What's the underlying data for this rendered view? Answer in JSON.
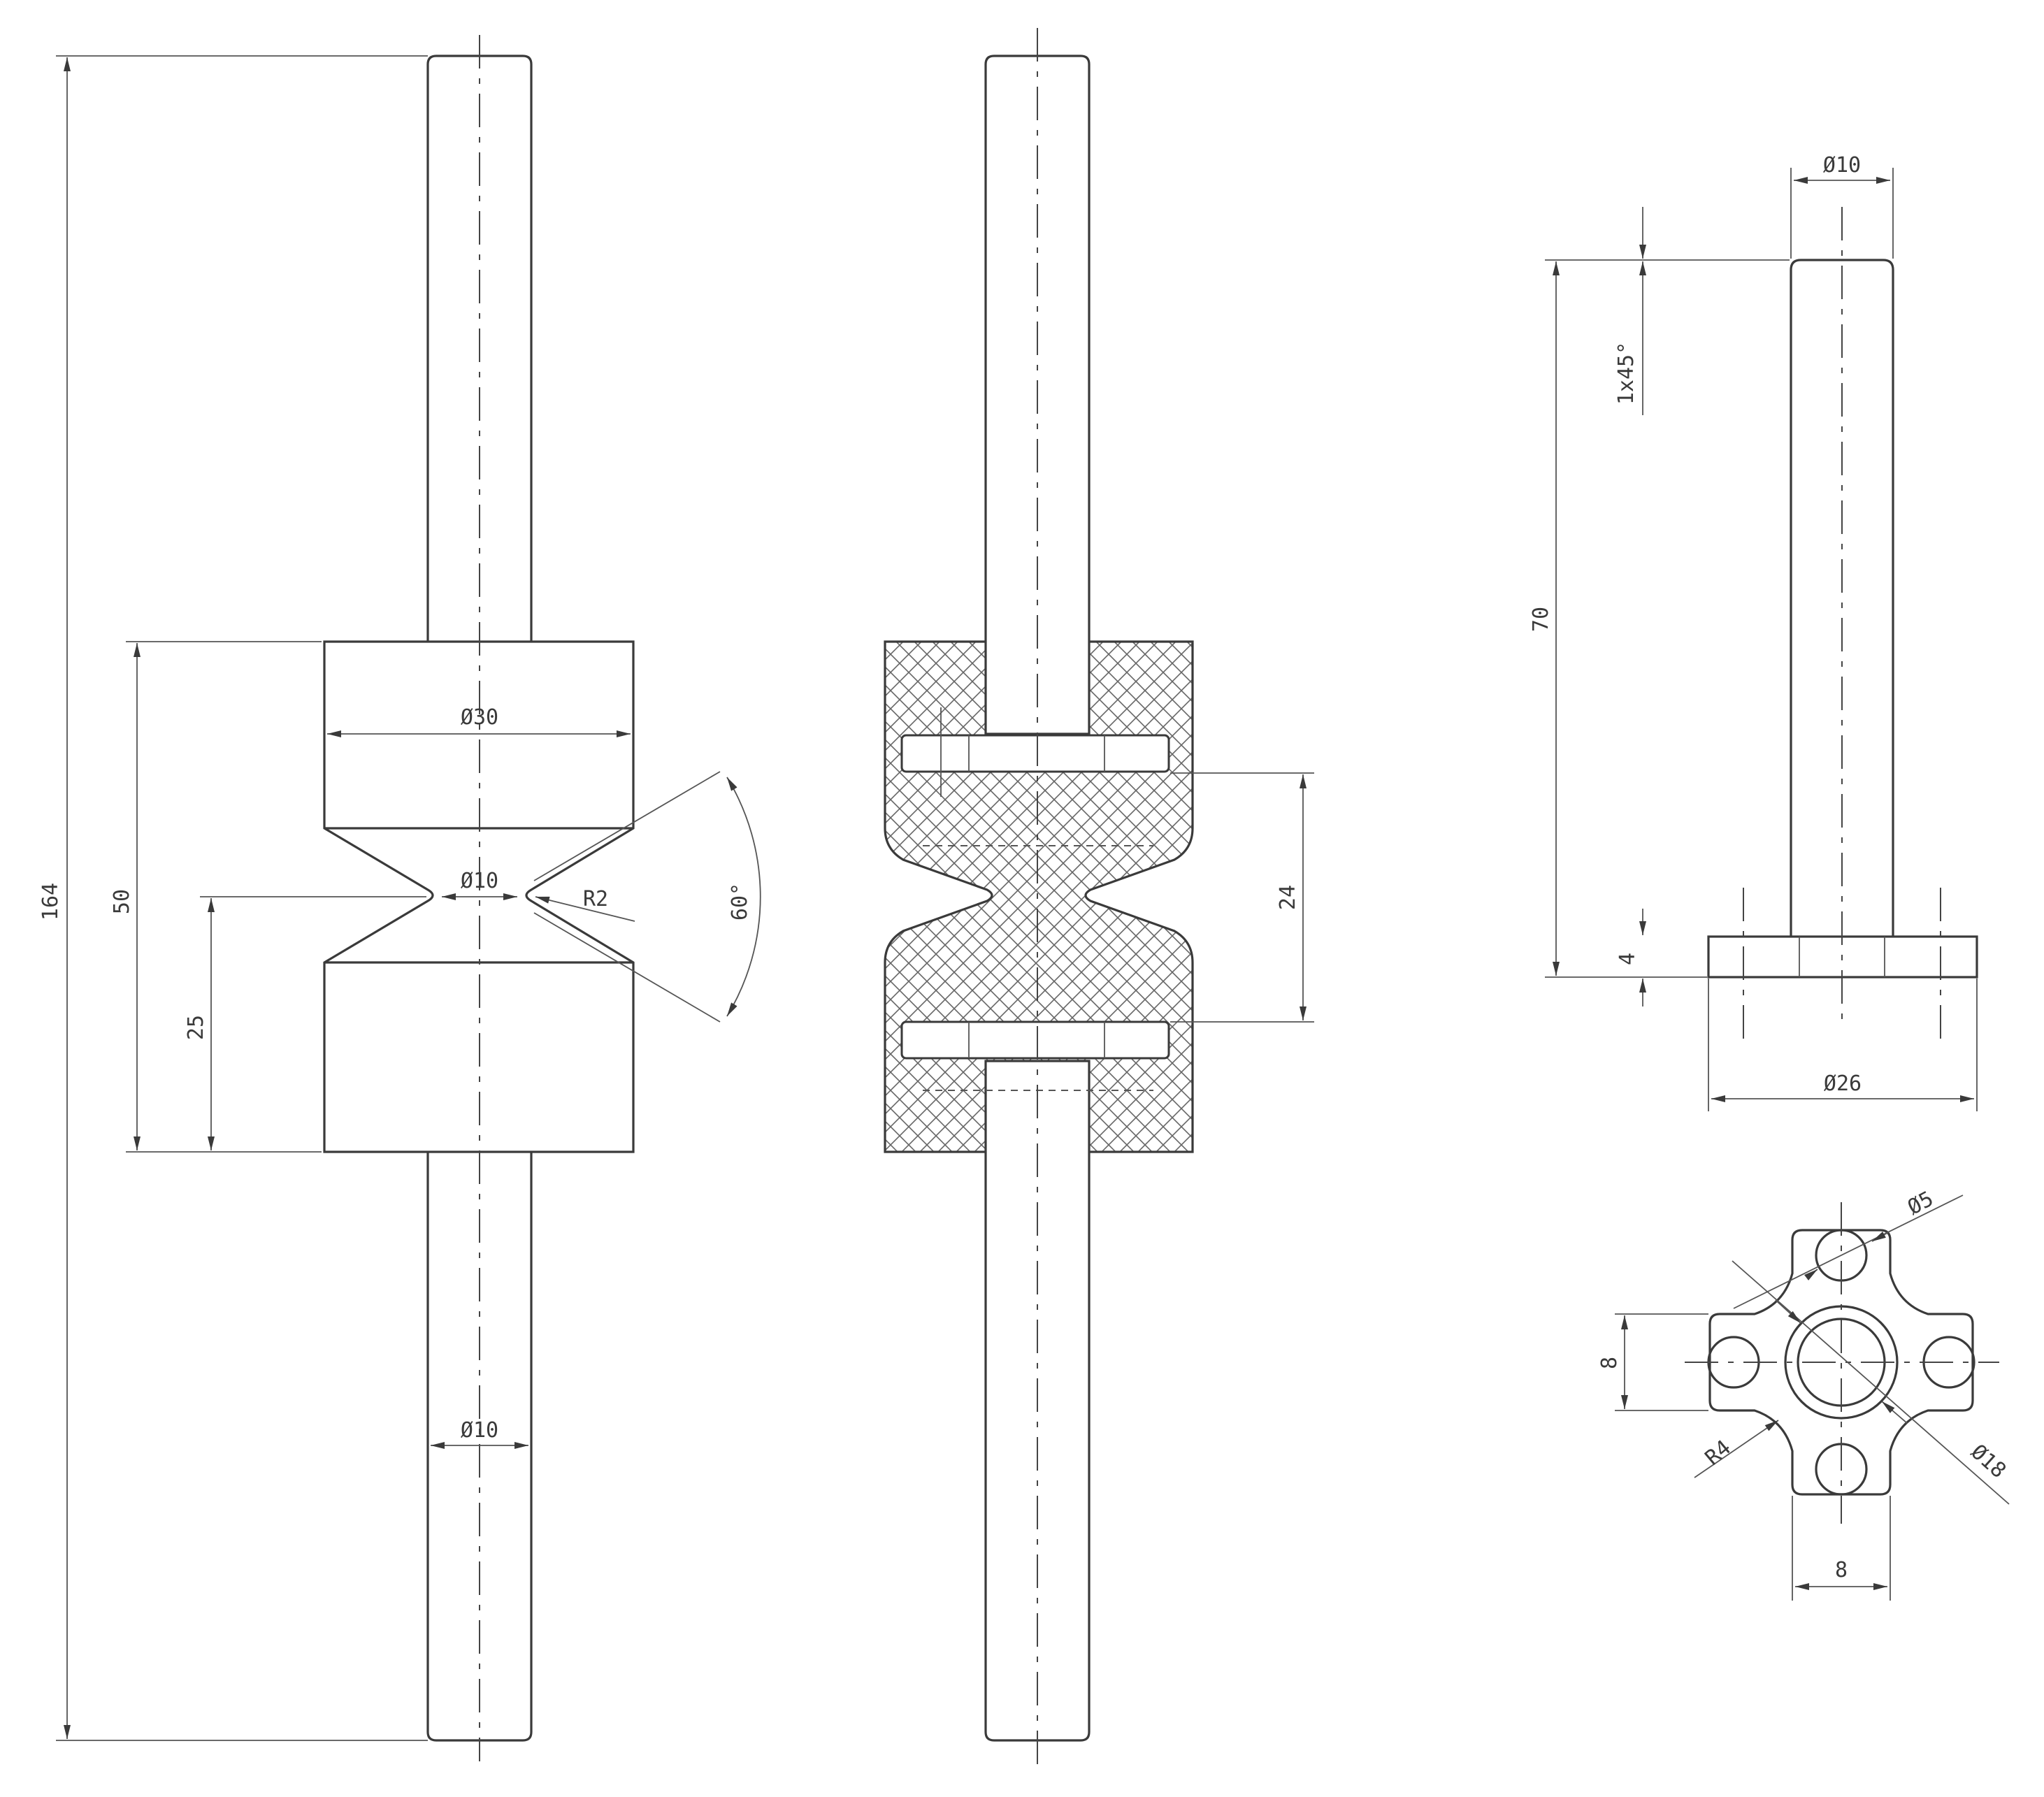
{
  "colors": {
    "line": "#3a3a3a",
    "background": "#ffffff"
  },
  "views": {
    "front": {
      "overall_length": "164",
      "body_height": "50",
      "half_height": "25",
      "body_diameter": "Ø30",
      "neck_diameter": "Ø10",
      "neck_radius": "R2",
      "groove_angle": "60°",
      "shaft_diameter": "Ø10"
    },
    "section": {
      "pin_spacing": "24"
    },
    "pin": {
      "pin_diameter": "Ø10",
      "chamfer": "1x45°",
      "pin_length": "70",
      "head_thickness": "4",
      "head_diameter": "Ø26"
    },
    "plate": {
      "hole_diameter": "Ø5",
      "lobe_width_v": "8",
      "lobe_width_h": "8",
      "corner_radius": "R4",
      "center_diameter": "Ø18"
    }
  }
}
